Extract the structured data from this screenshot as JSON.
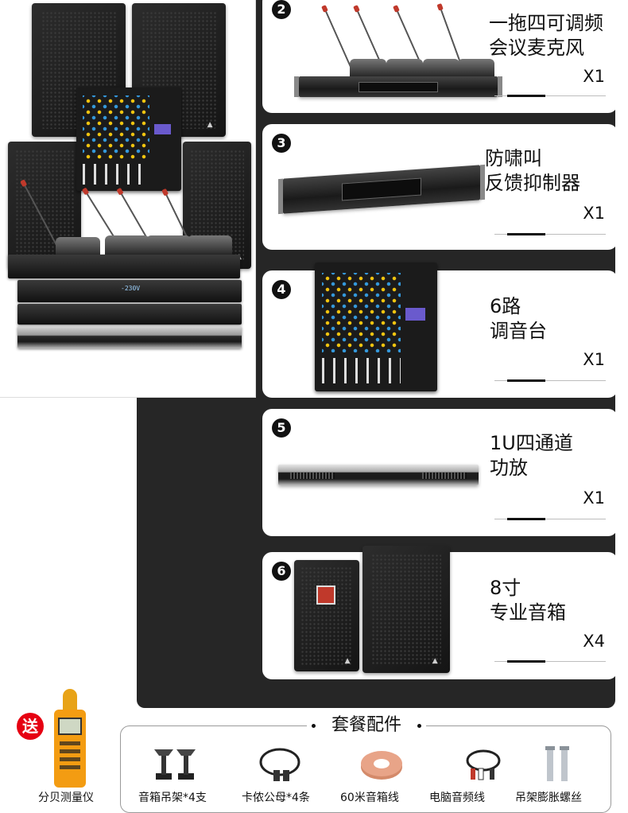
{
  "cards": [
    {
      "num": "2",
      "title": "一拖四可调频\n会议麦克风",
      "qty": "X1"
    },
    {
      "num": "3",
      "title": "防啸叫\n反馈抑制器",
      "qty": "X1"
    },
    {
      "num": "4",
      "title": "6路\n调音台",
      "qty": "X1"
    },
    {
      "num": "5",
      "title": "1U四通道\n功放",
      "qty": "X1"
    },
    {
      "num": "6",
      "title": "8寸\n专业音箱",
      "qty": "X4"
    }
  ],
  "hero": {
    "display_voltage": "-230V"
  },
  "gift": {
    "badge": "送",
    "label": "分贝测量仪"
  },
  "accessories": {
    "title": "套餐配件",
    "items": [
      {
        "label": "音箱吊架*4支",
        "icon": "speaker-bracket-icon"
      },
      {
        "label": "卡侬公母*4条",
        "icon": "xlr-cable-icon"
      },
      {
        "label": "60米音箱线",
        "icon": "speaker-wire-roll-icon"
      },
      {
        "label": "电脑音频线",
        "icon": "audio-cable-icon"
      },
      {
        "label": "吊架膨胀螺丝",
        "icon": "expansion-bolt-icon"
      }
    ]
  },
  "colors": {
    "dark_panel": "#262626",
    "badge_red": "#e60012",
    "meter_orange": "#f39c12"
  }
}
